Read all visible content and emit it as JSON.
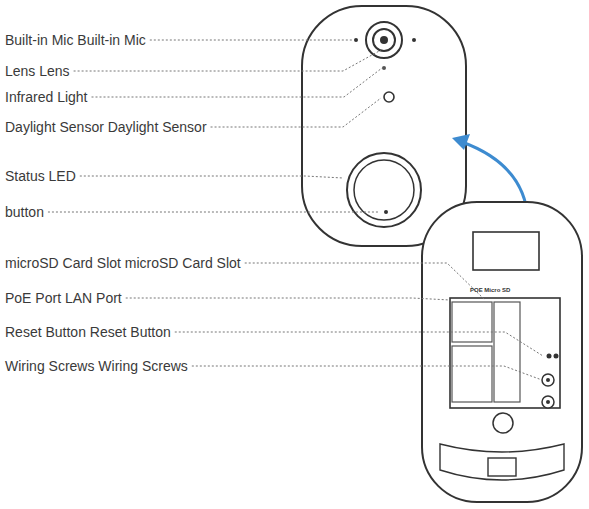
{
  "diagram": {
    "labels": [
      "Built-in Mic Built-in Mic",
      "Lens Lens",
      "Infrared Light",
      "Daylight Sensor Daylight Sensor",
      "Status LED",
      "button",
      "microSD Card Slot microSD Card Slot",
      "PoE Port LAN Port",
      "Reset Button Reset Button",
      "Wiring Screws Wiring Screws",
      "POE Micro SD"
    ]
  }
}
